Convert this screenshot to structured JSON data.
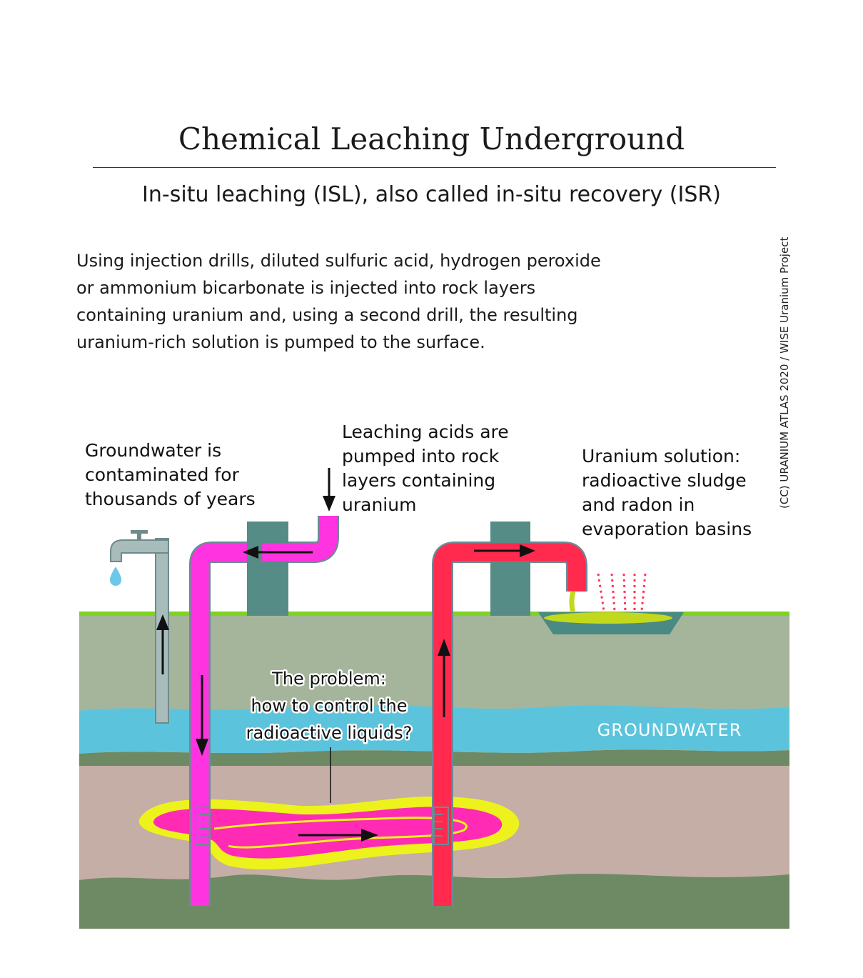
{
  "title": "Chemical Leaching Underground",
  "subtitle": "In-situ leaching (ISL), also called in-situ recovery (ISR)",
  "intro_lines": [
    "Using injection drills, diluted sulfuric acid, hydrogen peroxide",
    "or ammonium bicarbonate is injected into rock layers",
    "containing uranium and, using a second drill, the resulting",
    "uranium-rich solution is pumped to the surface."
  ],
  "credit": "(CC) URANIUM ATLAS 2020 / WISE Uranium Project",
  "labels": {
    "groundwater_contaminated": [
      "Groundwater is",
      "contaminated for",
      "thousands of years"
    ],
    "leaching_acids": [
      "Leaching acids are",
      "pumped into rock",
      "layers containing",
      "uranium"
    ],
    "uranium_solution": [
      "Uranium solution:",
      "radioactive sludge",
      "and radon in",
      "evaporation basins"
    ],
    "problem": [
      "The problem:",
      "how to control the",
      "radioactive liquids?"
    ],
    "groundwater_layer": "GROUNDWATER"
  },
  "colors": {
    "surface_line": "#7ed321",
    "topsoil": "#a5b59b",
    "groundwater": "#5bc4dc",
    "rock_dark": "#6e8a64",
    "rock_layer": "#c4aea6",
    "bedrock": "#6e8a64",
    "injection_pipe": "#ff33e0",
    "recovery_pipe": "#ff2a4d",
    "drill_housing": "#568c86",
    "leach_halo": "#eef21c",
    "tap_pipe": "#a8bcbc",
    "basin": "#4a8a84",
    "basin_liquid": "#c2d81c",
    "radon_dots": "#ff3355",
    "water_drop": "#6cc8e8"
  },
  "icons": [
    "water-tap-icon",
    "water-drop-icon",
    "flow-arrow-icon"
  ]
}
